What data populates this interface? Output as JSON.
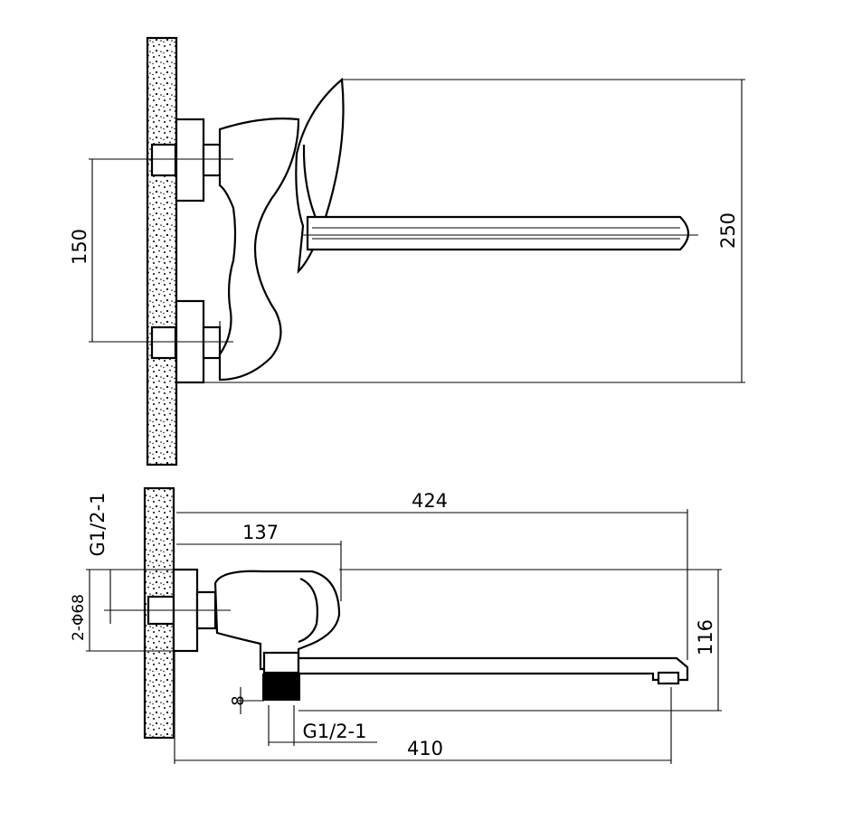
{
  "top_view": {
    "dim_inlet_spacing": "150",
    "dim_total_height": "250"
  },
  "side_view": {
    "dim_spout_length": "424",
    "dim_handle_offset": "137",
    "dim_thread_top": "G1/2-1",
    "dim_flange_diameter": "2-Φ68",
    "dim_height": "116",
    "dim_nut_height": "8",
    "dim_thread_bottom": "G1/2-1",
    "dim_outlet_reach": "410"
  },
  "colors": {
    "line": "#000000",
    "background": "#ffffff"
  }
}
